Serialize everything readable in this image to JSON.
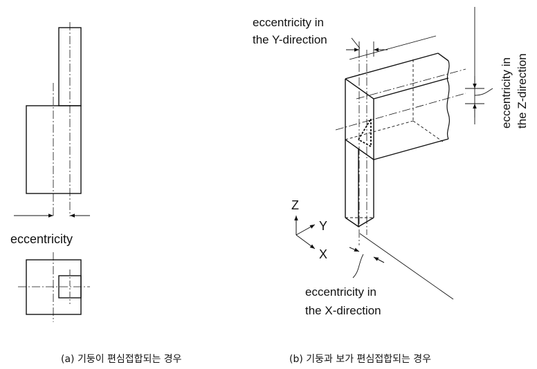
{
  "figure_a": {
    "eccentricity_label": "eccentricity",
    "caption": "(a) 기둥이 편심접합되는 경우"
  },
  "figure_b": {
    "y_label_line1": "eccentricity in",
    "y_label_line2": "the Y-direction",
    "z_label_line1": "eccentricity in",
    "z_label_line2": "the Z-direction",
    "x_label_line1": "eccentricity in",
    "x_label_line2": "the X-direction",
    "axis_z": "Z",
    "axis_y": "Y",
    "axis_x": "X",
    "caption": "(b) 기둥과 보가 편심접합되는 경우"
  }
}
